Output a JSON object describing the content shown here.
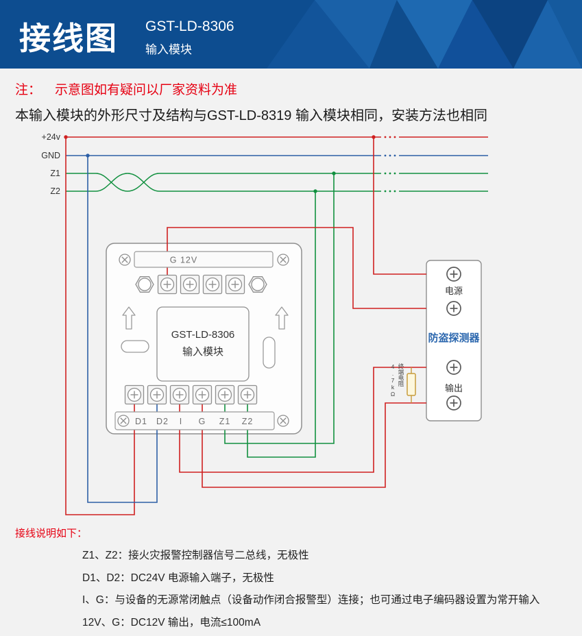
{
  "colors": {
    "header_blue": "#0d4d90",
    "note_red": "#e60012",
    "wire_red": "#cf2020",
    "wire_blue": "#2d5fa6",
    "wire_green": "#11903f",
    "outline_gray": "#8f8f8f",
    "device_name_blue": "#2b67ae",
    "text_dark": "#1a1a1a"
  },
  "header": {
    "title": "接线图",
    "model": "GST-LD-8306",
    "subtitle": "输入模块"
  },
  "note": {
    "label": "注：",
    "warning": "示意图如有疑问以厂家资料为准",
    "description": "本输入模块的外形尺寸及结构与GST-LD-8319 输入模块相同，安装方法也相同"
  },
  "diagram": {
    "bus_labels": [
      "+24v",
      "GND",
      "Z1",
      "Z2"
    ],
    "module": {
      "top_strip_label": "G   12V",
      "model": "GST-LD-8306",
      "type": "输入模块",
      "terminal_labels": [
        "D1",
        "D2",
        "I",
        "G",
        "Z1",
        "Z2"
      ]
    },
    "device": {
      "power_label": "电源",
      "name": "防盗探测器",
      "output_label": "输出"
    },
    "resistor": {
      "value": "4.7kΩ",
      "name": "终端电阻"
    }
  },
  "instructions": {
    "heading": "接线说明如下：",
    "items": [
      "Z1、Z2：接火灾报警控制器信号二总线，无极性",
      "D1、D2：DC24V 电源输入端子，无极性",
      "I、G：与设备的无源常闭触点（设备动作闭合报警型）连接；也可通过电子编码器设置为常开输入",
      "12V、G：DC12V 输出，电流≤100mA"
    ]
  }
}
